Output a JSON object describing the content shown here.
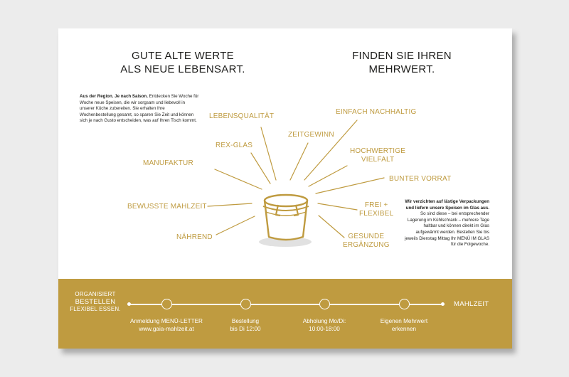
{
  "headings": {
    "left": [
      "GUTE ALTE WERTE",
      "ALS NEUE LEBENSART."
    ],
    "right": [
      "FINDEN SIE IHREN",
      "MEHRWERT."
    ]
  },
  "intro": {
    "bold": "Aus der Region. Je nach Saison.",
    "text": " Entdecken Sie Woche für Woche neue Speisen, die wir sorgsam und liebevoll in unserer Küche zubereiten. Sie erhalten Ihre Wochenbestellung gesamt, so sparen Sie Zeit und können sich je nach Gusto entscheiden, was auf Ihren Tisch kommt."
  },
  "note": {
    "bold": "Wir verzichten auf lästige Verpackungen und liefern unsere Speisen im Glas aus.",
    "text": " So sind diese – bei entsprechender Lagerung im Kühlschrank – mehrere Tage haltbar und können direkt im Glas aufgewärmt werden. Bestellen Sie bis jeweils Dienstag Mittag Ihr MENÜ IM GLAS für die Folgewoche."
  },
  "benefits": {
    "lebensqualitaet": "LEBENSQUALITÄT",
    "nachhaltig": "EINFACH NACHHALTIG",
    "zeitgewinn": "ZEITGEWINN",
    "rexglas": "REX-GLAS",
    "hochwertige": [
      "HOCHWERTIGE",
      "VIELFALT"
    ],
    "manufaktur": "MANUFAKTUR",
    "vorrat": "BUNTER VORRAT",
    "mahlzeit": "BEWUSSTE MAHLZEIT",
    "flexibel": [
      "FREI +",
      "FLEXIBEL"
    ],
    "naehrend": "NÄHREND",
    "ergaenzung": [
      "GESUNDE",
      "ERGÄNZUNG"
    ]
  },
  "timeline": {
    "label": [
      "ORGANISIERT",
      "BESTELLEN",
      "FLEXIBEL ESSEN."
    ],
    "end": "MAHLZEIT",
    "steps": [
      [
        "Anmeldung MENÜ-LETTER",
        "www.gaia-mahlzeit.at"
      ],
      [
        "Bestellung",
        "bis Di 12:00"
      ],
      [
        "Abholung Mo/Di:",
        "10:00-18:00"
      ],
      [
        "Eigenen Mehrwert",
        "erkennen"
      ]
    ]
  },
  "colors": {
    "gold": "#bf9b40",
    "text": "#1d1d1b",
    "background": "#ececec",
    "card": "#ffffff"
  },
  "icons": {
    "center": "glass-jar-icon"
  }
}
